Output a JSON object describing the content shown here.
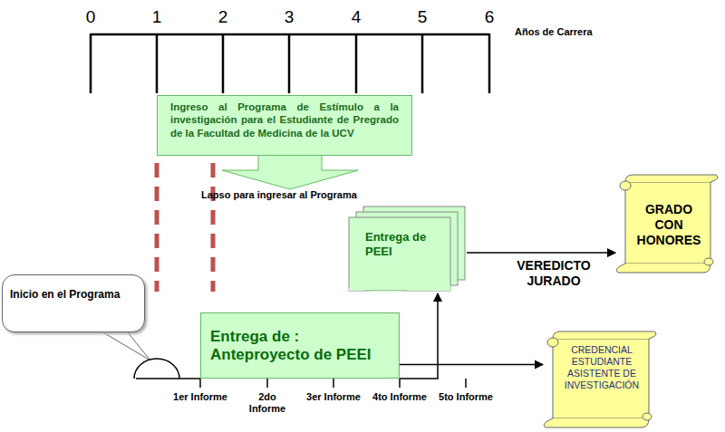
{
  "diagram": {
    "nodes": [
      {
        "text": [
          "Ingreso al Programa de Estímulo a la investigación para el Estudiante de Pregrado de la Facultad de Medicina de la UCV"
        ]
      },
      {
        "text": [
          "Inicio en el Programa"
        ]
      },
      {
        "text": [
          "Entrega de : Anteproyecto de PEEI"
        ]
      },
      {
        "text": [
          "Entrega de PEEI"
        ]
      },
      {
        "text": [
          "GRADO CON HONORES"
        ]
      },
      {
        "text": [
          "CREDENCIAL ESTUDIANTE ASISTENTE DE INVESTIGACIÓN"
        ]
      }
    ],
    "edges": [
      {
        "from": 3,
        "to": 4,
        "arrow": "to",
        "label": "VEREDICTO JURADO"
      },
      {
        "from": 2,
        "to": 3,
        "arrow": "to"
      },
      {
        "from": 2,
        "to": 5,
        "arrow": "to"
      }
    ],
    "labels": [
      "0",
      "1",
      "2",
      "3",
      "4",
      "5",
      "6",
      "Años de Carrera",
      "Lapso para ingresar al Programa",
      "1er Informe",
      "2do Informe",
      "3er Informe",
      "4to Informe",
      "5to Informe"
    ]
  }
}
